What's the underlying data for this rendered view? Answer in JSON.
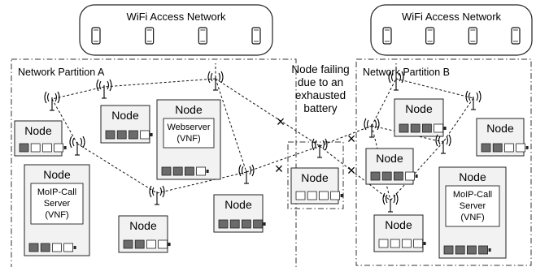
{
  "wifi_networks": [
    {
      "label": "WiFi Access Network",
      "devices": 4
    },
    {
      "label": "WiFi Access Network",
      "devices": 4
    }
  ],
  "partitions": [
    {
      "label": "Network Partition A"
    },
    {
      "label": "Network Partition B"
    }
  ],
  "annotation": [
    "Node failing",
    "due to an",
    "exhausted",
    "battery"
  ],
  "nodes": [
    {
      "label": "Node",
      "battery": [
        1,
        0,
        0,
        0
      ]
    },
    {
      "label": "Node",
      "battery": [
        1,
        1,
        1,
        0
      ]
    },
    {
      "label": "Node",
      "sub": [
        "Webserver",
        "(VNF)"
      ],
      "battery": [
        1,
        1,
        1,
        0
      ]
    },
    {
      "label": "Node",
      "sub": [
        "MoIP-Call",
        "Server",
        "(VNF)"
      ],
      "battery": [
        1,
        1,
        0,
        0
      ]
    },
    {
      "label": "Node",
      "battery": [
        1,
        1,
        0,
        0
      ]
    },
    {
      "label": "Node",
      "battery": [
        1,
        1,
        1,
        1
      ]
    },
    {
      "label": "Node",
      "battery": [
        0,
        0,
        0,
        0
      ]
    },
    {
      "label": "Node",
      "battery": [
        1,
        1,
        1,
        0
      ]
    },
    {
      "label": "Node",
      "battery": [
        1,
        1,
        1,
        0
      ]
    },
    {
      "label": "Node",
      "battery": [
        1,
        1,
        0,
        0
      ]
    },
    {
      "label": "Node",
      "sub": [
        "MoIP-Call",
        "Server",
        "(VNF)"
      ],
      "battery": [
        1,
        1,
        1,
        1
      ]
    },
    {
      "label": "Node",
      "battery": [
        0,
        0,
        0,
        0
      ]
    }
  ],
  "failed_link_marker": "×"
}
